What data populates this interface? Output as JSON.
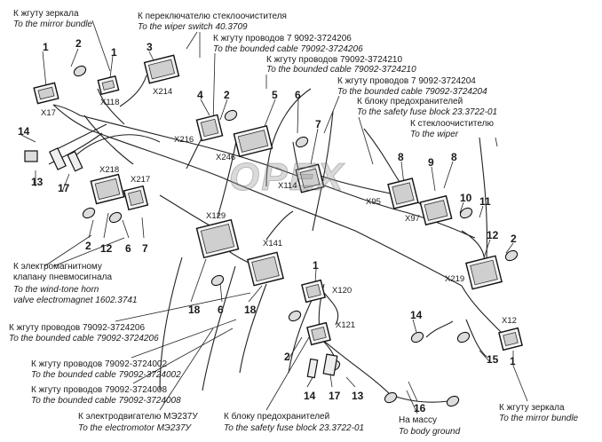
{
  "labels": [
    {
      "id": "mirror-ru",
      "text": "К жгуту зеркала"
    },
    {
      "id": "mirror-en",
      "text": "To the mirror bundle"
    },
    {
      "id": "wiperswitch-ru",
      "text": "К переключателю стеклоочистителя"
    },
    {
      "id": "wiperswitch-en",
      "text": "To the wiper switch 40.3709"
    },
    {
      "id": "c206a-ru",
      "text": "К жгуту проводов 7 9092-3724206"
    },
    {
      "id": "c206a-en",
      "text": "To the bounded cable 79092-3724206"
    },
    {
      "id": "c210-ru",
      "text": "К жгуту проводов 79092-3724210"
    },
    {
      "id": "c210-en",
      "text": "To the bounded cable 79092-3724210"
    },
    {
      "id": "c204-ru",
      "text": "К жгуту проводов 7 9092-3724204"
    },
    {
      "id": "c204-en",
      "text": "To the bounded cable 79092-3724204"
    },
    {
      "id": "fuse1-ru",
      "text": "К блоку предохранителей"
    },
    {
      "id": "fuse1-en",
      "text": "To the safety fuse block 23.3722-01"
    },
    {
      "id": "wiper-ru",
      "text": "К стеклоочистителю"
    },
    {
      "id": "wiper-en",
      "text": "To the wiper"
    },
    {
      "id": "horn-ru1",
      "text": "К электромагнитному"
    },
    {
      "id": "horn-ru2",
      "text": "клапану пневмосигнала"
    },
    {
      "id": "horn-en1",
      "text": "To the wind-tone horn"
    },
    {
      "id": "horn-en2",
      "text": "valve electromagnet 1602.3741"
    },
    {
      "id": "c206b-ru",
      "text": "К жгуту проводов 79092-3724206"
    },
    {
      "id": "c206b-en",
      "text": "To the bounded cable 79092-3724206"
    },
    {
      "id": "c002-ru",
      "text": "К жгуту проводов 79092-3724002"
    },
    {
      "id": "c002-en",
      "text": "To the bounded cable 79092-3724002"
    },
    {
      "id": "c008-ru",
      "text": "К жгуту проводов 79092-3724008"
    },
    {
      "id": "c008-en",
      "text": "To the bounded cable 79092-3724008"
    },
    {
      "id": "motor-ru",
      "text": "К электродвигателю МЭ237У"
    },
    {
      "id": "motor-en",
      "text": "To the electromotor МЭ237У"
    },
    {
      "id": "fuse2-ru",
      "text": "К блоку предохранителей"
    },
    {
      "id": "fuse2-en",
      "text": "To the safety fuse block 23.3722-01"
    },
    {
      "id": "ground-ru",
      "text": "На массу"
    },
    {
      "id": "ground-en",
      "text": "To body ground"
    },
    {
      "id": "mirror2-ru",
      "text": "К жгуту зеркала"
    },
    {
      "id": "mirror2-en",
      "text": "To the mirror bundle"
    }
  ],
  "connectors": [
    "X17",
    "X118",
    "X214",
    "X216",
    "X246",
    "X114",
    "X218",
    "X217",
    "X95",
    "X97",
    "X129",
    "X141",
    "X219",
    "X120",
    "X121",
    "X12"
  ],
  "part_numbers": [
    "1",
    "2",
    "1",
    "3",
    "4",
    "2",
    "5",
    "6",
    "7",
    "8",
    "9",
    "8",
    "14",
    "13",
    "17",
    "10",
    "11",
    "12",
    "2",
    "2",
    "12",
    "6",
    "7",
    "18",
    "6",
    "18",
    "1",
    "14",
    "16",
    "15",
    "1",
    "2",
    "14",
    "17",
    "13"
  ],
  "watermark": "OPEX"
}
